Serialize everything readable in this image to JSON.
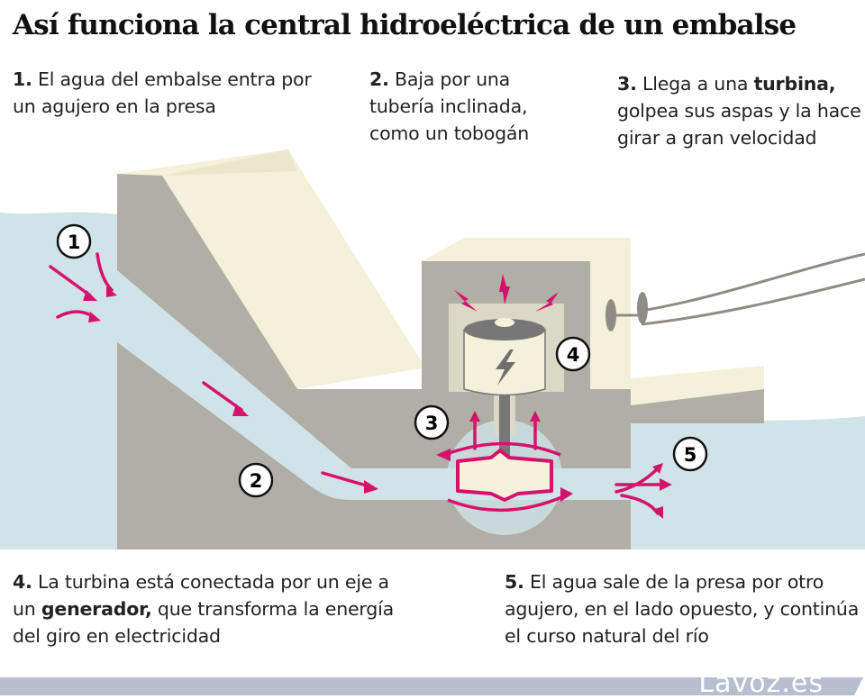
{
  "title": "Así funciona la central hidroeléctrica de un embalse",
  "steps": [
    {
      "num": "1.",
      "text": "El agua del embalse entra por un agujero en la presa"
    },
    {
      "num": "2.",
      "text": "Baja por una tubería inclinada, como un tobogán"
    },
    {
      "num": "3.",
      "pre": "Llega a una ",
      "bold": "turbina,",
      "post": " golpea sus aspas y la hace girar a gran velocidad"
    },
    {
      "num": "4.",
      "pre": "La turbina está conectada por un eje a un ",
      "bold": "generador,",
      "post": " que transforma la energía del giro en electricidad"
    },
    {
      "num": "5.",
      "text": "El agua sale de la presa por otro agujero, en el lado opuesto, y continúa el curso natural del río"
    }
  ],
  "markers": [
    "1",
    "2",
    "3",
    "4",
    "5"
  ],
  "logo": "Lavoz.es",
  "colors": {
    "water": "#cfe3e8",
    "concrete": "#b1aea6",
    "cream": "#f4f0da",
    "accent": "#d6126c",
    "footer": "#b7bfce"
  }
}
